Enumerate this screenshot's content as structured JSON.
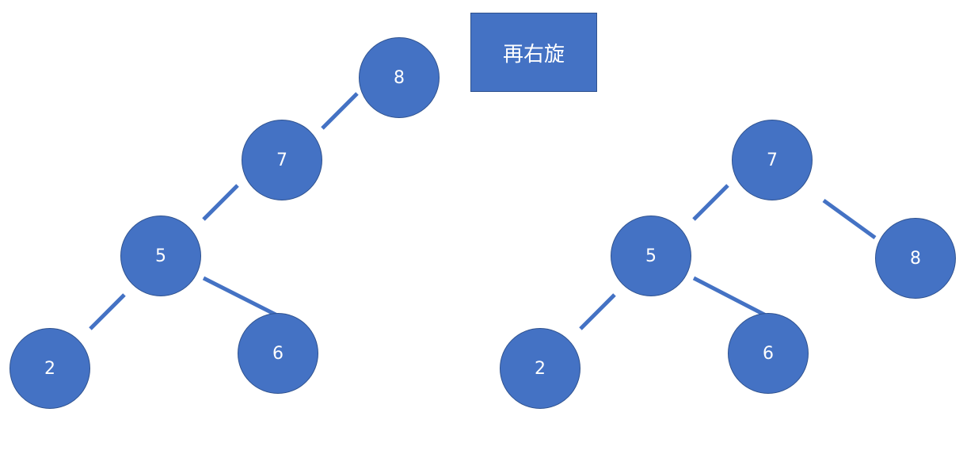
{
  "colors": {
    "node_fill": "#4472c4",
    "node_border": "#2f528f",
    "edge": "#4472c4",
    "text": "#ffffff"
  },
  "label": {
    "text": "再右旋"
  },
  "left_tree": {
    "nodes": {
      "n8": "8",
      "n7": "7",
      "n5": "5",
      "n2": "2",
      "n6": "6"
    }
  },
  "right_tree": {
    "nodes": {
      "n7": "7",
      "n5": "5",
      "n8": "8",
      "n2": "2",
      "n6": "6"
    }
  }
}
